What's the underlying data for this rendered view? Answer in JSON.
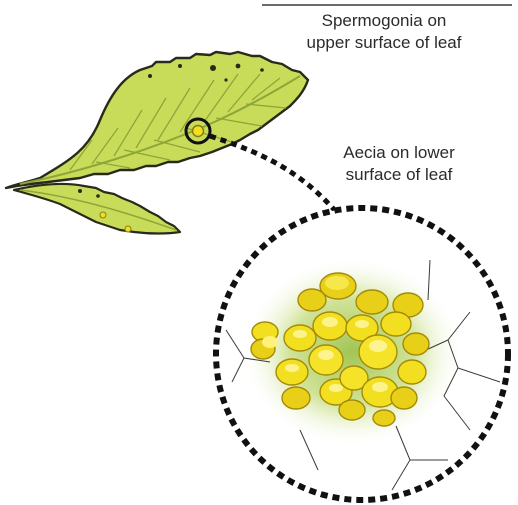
{
  "labels": {
    "spermogonia": {
      "line1": "Spermogonia on",
      "line2": "upper surface of leaf"
    },
    "aecia": {
      "line1": "Aecia on lower",
      "line2": "surface of leaf"
    }
  },
  "colors": {
    "leaf_fill": "#c9dc5a",
    "leaf_outline": "#2a2a1a",
    "leaf_vein": "#8da63a",
    "spot": "#2a2a1a",
    "aecia_yellow": "#f2e020",
    "aecia_shadow": "#c9a90c",
    "halo_green": "#b7d36a",
    "dash": "#111111"
  }
}
